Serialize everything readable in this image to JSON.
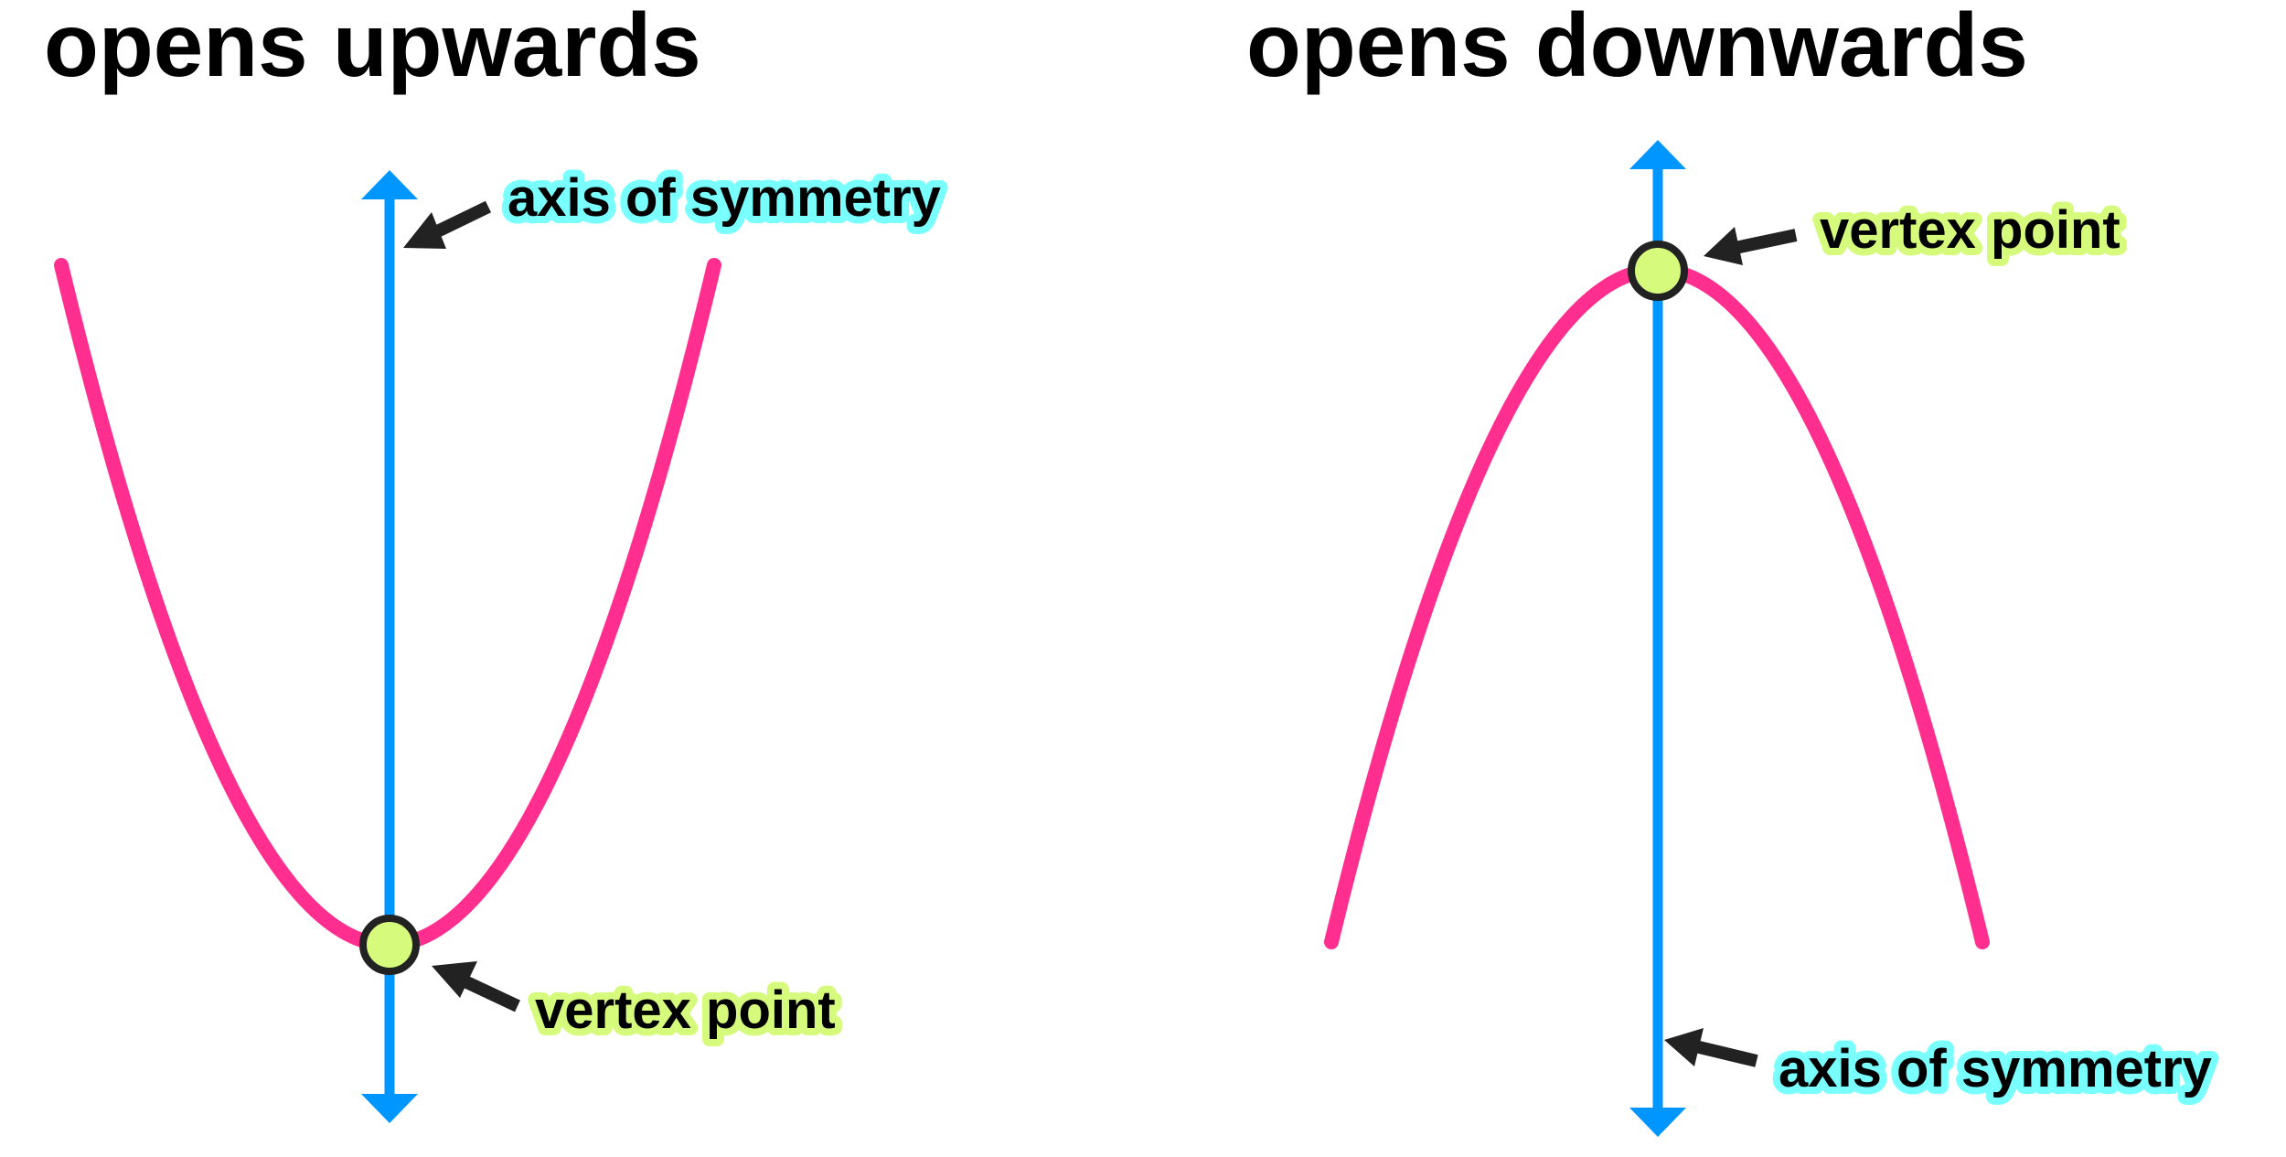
{
  "colors": {
    "axis": "#0096ff",
    "parabola": "#ff2e8f",
    "vertex_fill": "#d6fb7c",
    "vertex_outline": "#222222",
    "axis_label_halo": "#7affff",
    "vertex_label_halo": "#d6fb7c",
    "pointer_arrow": "#222222"
  },
  "panels": [
    {
      "title": "opens upwards",
      "axis_label": "axis of symmetry",
      "vertex_label": "vertex point",
      "direction": "up"
    },
    {
      "title": "opens downwards",
      "axis_label": "axis of symmetry",
      "vertex_label": "vertex point",
      "direction": "down"
    }
  ],
  "icons": [
    "arrow-up-icon",
    "arrow-down-icon",
    "pointer-arrow-icon"
  ]
}
